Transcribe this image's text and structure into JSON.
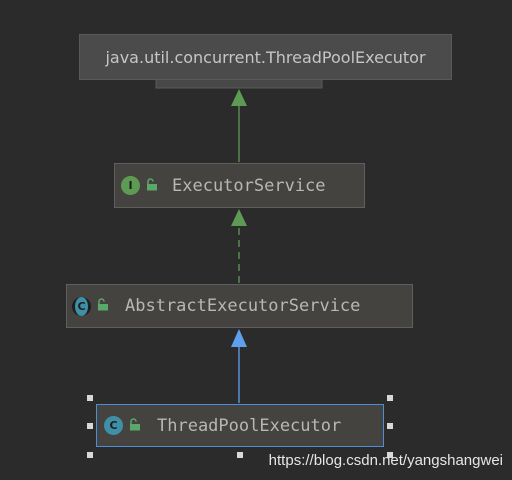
{
  "nodes": {
    "top": {
      "label": "java.util.concurrent.ThreadPoolExecutor"
    },
    "executor_service": {
      "label": "ExecutorService",
      "kind": "interface",
      "badge": "I"
    },
    "abstract_executor_service": {
      "label": "AbstractExecutorService",
      "kind": "abstract class",
      "badge": "C"
    },
    "thread_pool_executor": {
      "label": "ThreadPoolExecutor",
      "kind": "class",
      "badge": "C",
      "selected": true
    }
  },
  "edges": [
    {
      "from": "executor_service",
      "to": "top",
      "style": "solid",
      "color": "#5d9a53"
    },
    {
      "from": "abstract_executor_service",
      "to": "executor_service",
      "style": "dashed",
      "color": "#5d9a53"
    },
    {
      "from": "thread_pool_executor",
      "to": "abstract_executor_service",
      "style": "solid",
      "color": "#5fa0ee"
    }
  ],
  "colors": {
    "background": "#2b2b2b",
    "interface_badge": "#5d9a53",
    "class_badge": "#3f8fa7",
    "selection": "#4a8fd8",
    "lock_icon": "#59a869"
  },
  "watermark": "https://blog.csdn.net/yangshangwei"
}
